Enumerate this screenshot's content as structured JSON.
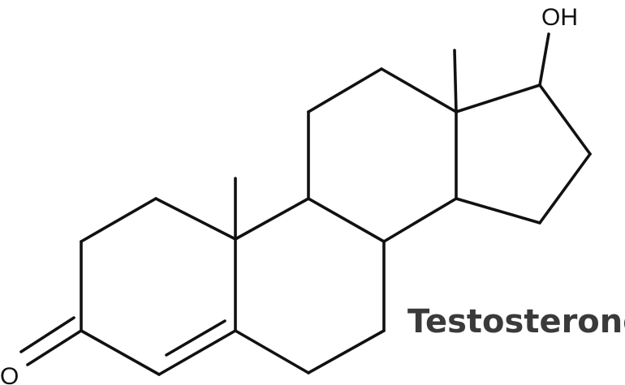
{
  "molecule": {
    "name": "Testosterone",
    "atom_labels": {
      "hydroxyl": "OH",
      "carbonyl_oxygen": "O"
    }
  },
  "colors": {
    "bond": "#111111",
    "title": "#3a3a3a",
    "background": "#ffffff"
  }
}
